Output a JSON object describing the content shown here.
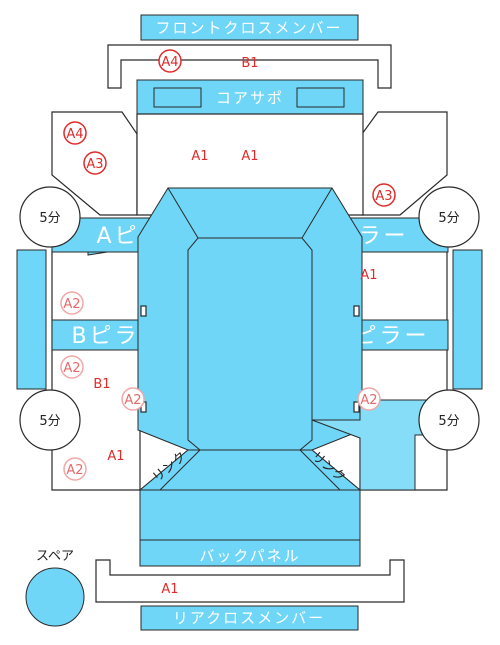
{
  "labels": {
    "front_cross_member": "フロントクロスメンバー",
    "rear_cross_member": "リアクロスメンバー",
    "core_support": "コアサポ",
    "a_pillar": "Aピラー",
    "b_pillar": "Bピラー",
    "back_panel": "バックパネル",
    "spare": "スペア",
    "inner_l": "リンク",
    "inner_r": "リンク",
    "five_min": "5分"
  },
  "marks": {
    "a1": "A1",
    "a2": "A2",
    "a3": "A3",
    "a4": "A4",
    "b1": "B1"
  },
  "colors": {
    "panel": "#6fd6f7",
    "red": "#e02b2b",
    "light_red": "#f2a7a7"
  }
}
